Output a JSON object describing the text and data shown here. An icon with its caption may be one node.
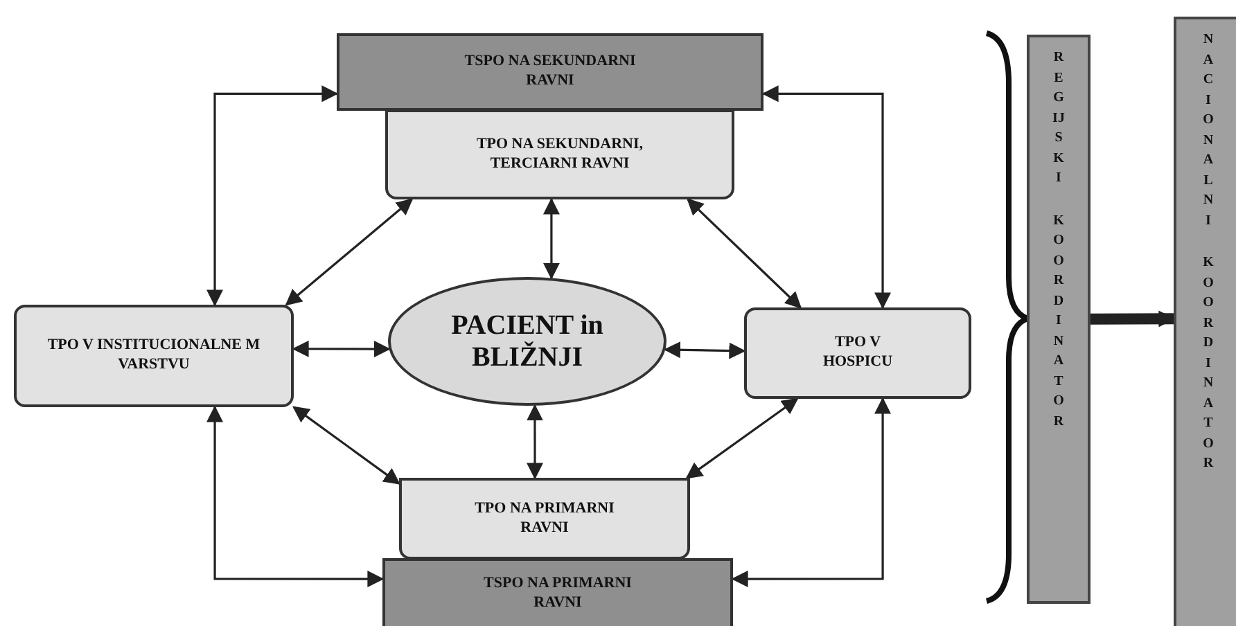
{
  "diagram": {
    "nodes": [
      {
        "text": [
          "TSPO NA SEKUNDARNI RAVNI"
        ]
      },
      {
        "text": [
          "TPO NA SEKUNDARNI, TERCIARNI RAVNI"
        ]
      },
      {
        "text": [
          "TPO V INSTITUCIONALNE M VARSTVU"
        ]
      },
      {
        "text": [
          "PACIENT in BLIŽNJI"
        ]
      },
      {
        "text": [
          "TPO V HOSPICU"
        ]
      },
      {
        "text": [
          "TPO NA PRIMARNI RAVNI"
        ]
      },
      {
        "text": [
          "TSPO NA PRIMARNI RAVNI"
        ]
      },
      {
        "text": [
          "REGIJSKI",
          "KOORDINATOR"
        ]
      },
      {
        "text": [
          "NACIONALNI",
          "KOORDINATOR"
        ]
      }
    ],
    "edges": [
      {
        "from": 0,
        "to": 2,
        "arrow": "both"
      },
      {
        "from": 0,
        "to": 4,
        "arrow": "both"
      },
      {
        "from": 1,
        "to": 2,
        "arrow": "both"
      },
      {
        "from": 1,
        "to": 3,
        "arrow": "both"
      },
      {
        "from": 1,
        "to": 4,
        "arrow": "both"
      },
      {
        "from": 2,
        "to": 3,
        "arrow": "both"
      },
      {
        "from": 3,
        "to": 4,
        "arrow": "both"
      },
      {
        "from": 3,
        "to": 5,
        "arrow": "both"
      },
      {
        "from": 2,
        "to": 5,
        "arrow": "both"
      },
      {
        "from": 4,
        "to": 5,
        "arrow": "both"
      },
      {
        "from": 2,
        "to": 6,
        "arrow": "both"
      },
      {
        "from": 4,
        "to": 6,
        "arrow": "both"
      },
      {
        "from": 7,
        "to": 8,
        "arrow": "to",
        "style": "thick"
      }
    ]
  }
}
